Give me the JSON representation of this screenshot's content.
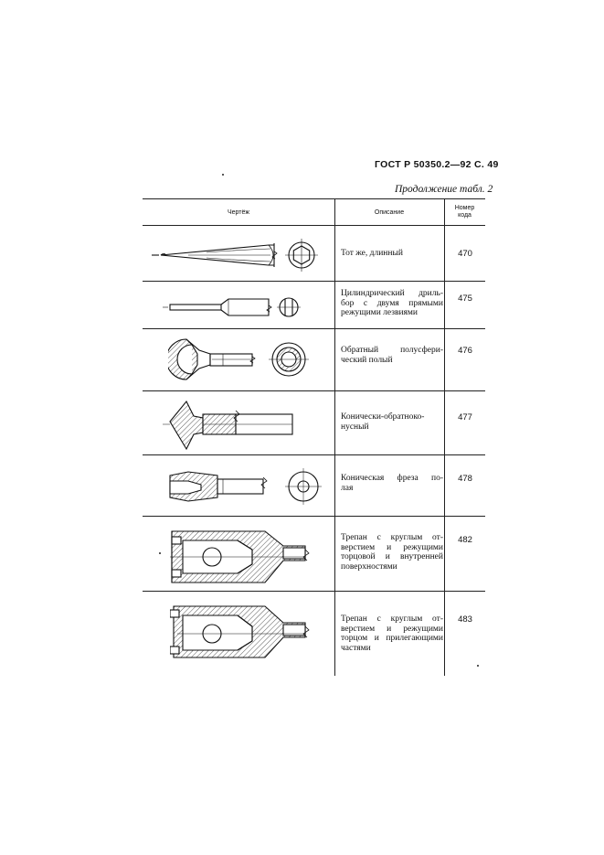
{
  "page": {
    "header": "ГОСТ Р 50350.2—92 С. 49",
    "continuation": "Продолжение табл. 2"
  },
  "table": {
    "columns": {
      "drawing": "Чертёж",
      "description": "Описание",
      "code_line1": "Номер",
      "code_line2": "кода"
    },
    "rows": [
      {
        "description": [
          "Тот же, длинный"
        ],
        "code": "470"
      },
      {
        "description": [
          "Цилиндрический дриль-",
          "бор с двумя прямыми",
          "режущими лезвиями"
        ],
        "code": "475"
      },
      {
        "description": [
          "Обратный полусфери-",
          "ческий полый"
        ],
        "code": "476"
      },
      {
        "description": [
          "Конически-обратноко-",
          "нусный"
        ],
        "code": "477"
      },
      {
        "description": [
          "Коническая фреза по-",
          "лая"
        ],
        "code": "478"
      },
      {
        "description": [
          "Трепан с круглым от-",
          "верстием и режущими",
          "торцовой и внутренней",
          "поверхностями"
        ],
        "code": "482"
      },
      {
        "description": [
          "Трепан с круглым от-",
          "верстием и режущими",
          "торцом и прилегающими",
          "частями"
        ],
        "code": "483"
      }
    ]
  }
}
